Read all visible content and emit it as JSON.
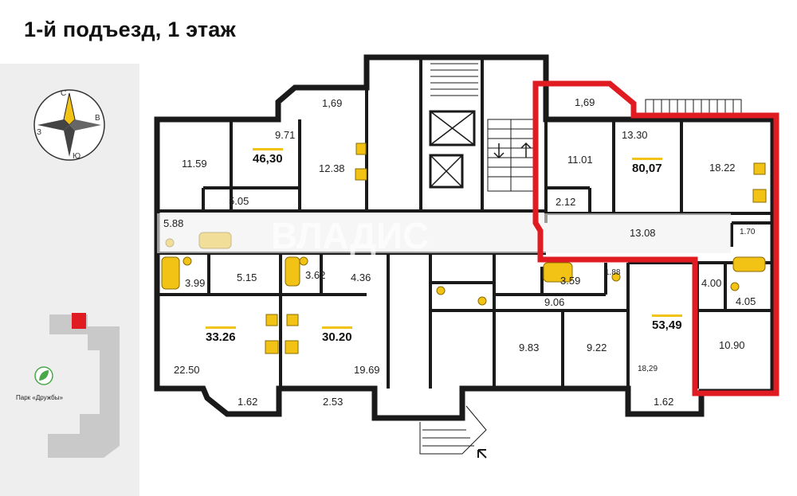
{
  "title": "1-й подъезд, 1 этаж",
  "compass": {
    "north": "С",
    "east": "В",
    "south": "Ю",
    "west": "З"
  },
  "park_label": "Парк «Дружбы»",
  "watermark": "ВЛАДИС",
  "colors": {
    "highlight": "#e11b22",
    "fixture": "#f2c315",
    "wall": "#1a1a1a",
    "marker": "#f2c315"
  },
  "apartments": [
    {
      "id": "apt-46",
      "area": "46,30"
    },
    {
      "id": "apt-33",
      "area": "33.26"
    },
    {
      "id": "apt-30",
      "area": "30.20"
    },
    {
      "id": "apt-80",
      "area": "80,07"
    },
    {
      "id": "apt-53",
      "area": "53,49"
    }
  ],
  "rooms": {
    "r1": "11.59",
    "r2": "9.71",
    "r3": "12.38",
    "r4": "5.05",
    "r5": "5.88",
    "r6": "1,69",
    "r7": "3.99",
    "r8": "5.15",
    "r9": "3.62",
    "r10": "4.36",
    "r11": "22.50",
    "r12": "19.69",
    "r13": "1.62",
    "r14": "2.53",
    "r15": "1,69",
    "r16": "11.01",
    "r17": "13.30",
    "r18": "18.22",
    "r19": "2.12",
    "r20": "13.08",
    "r21": "1.70",
    "r22": "3.59",
    "r23": "1.88",
    "r24": "9.06",
    "r25": "4.00",
    "r26": "4.05",
    "r27": "9.83",
    "r28": "9.22",
    "r29": "18,29",
    "r30": "10.90",
    "r31": "1.62"
  }
}
